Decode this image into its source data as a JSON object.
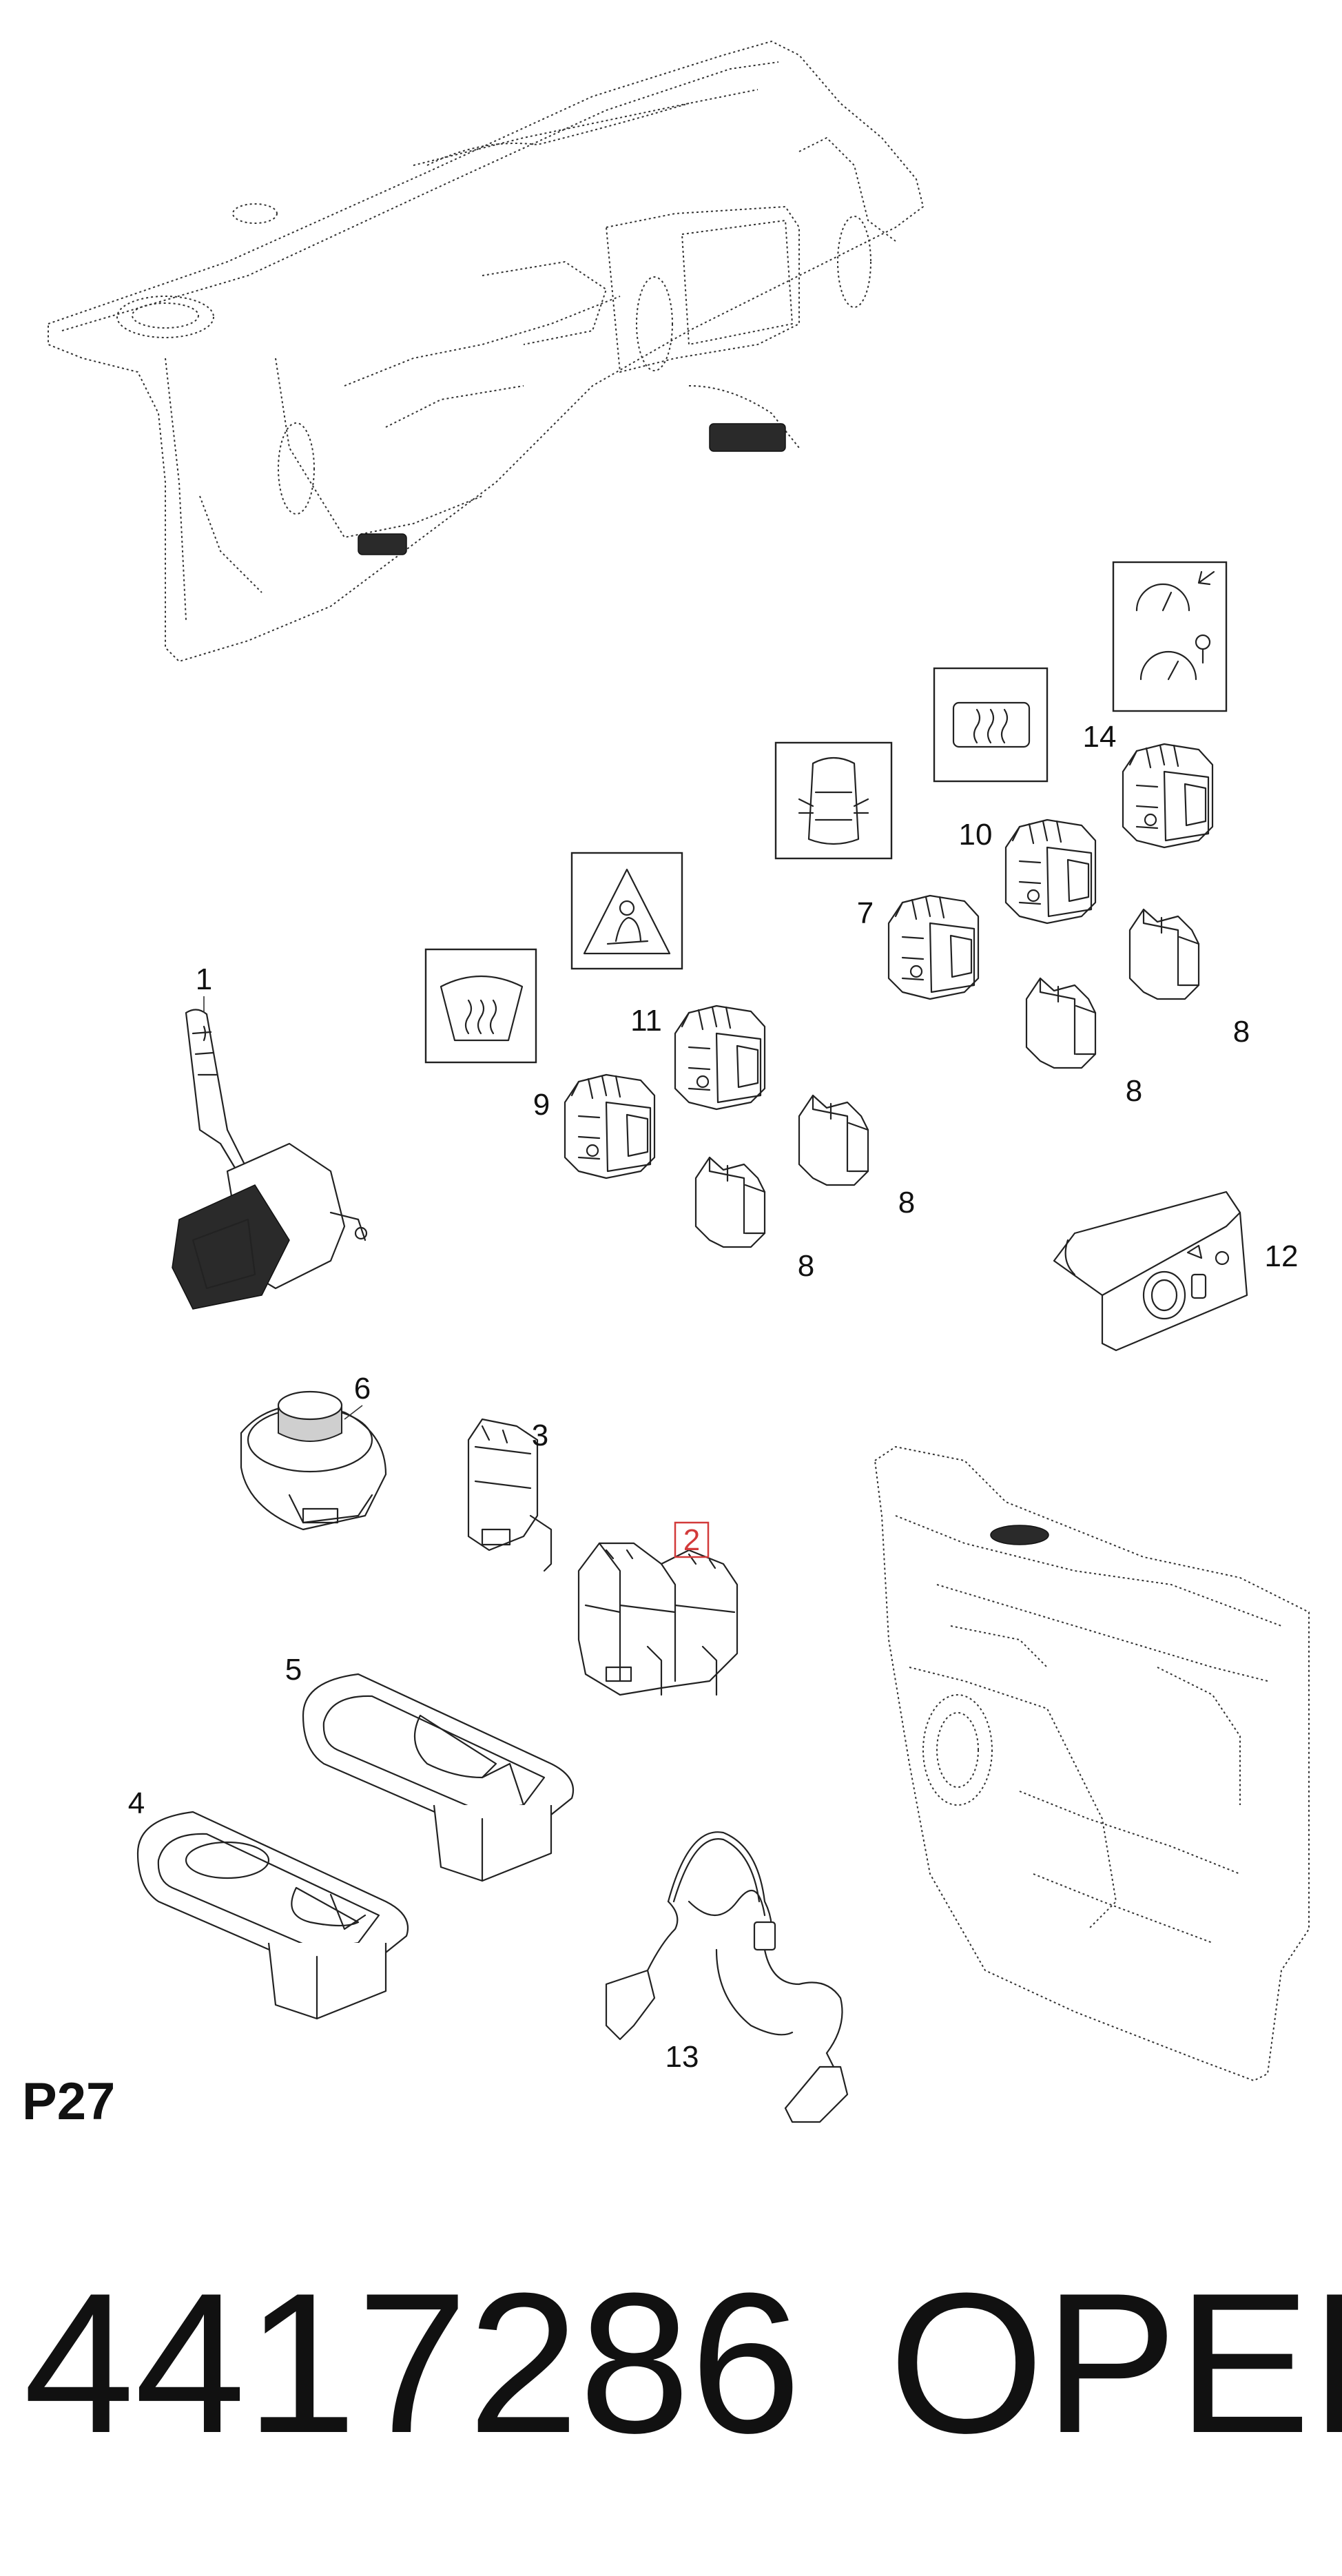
{
  "figure": {
    "page_code": "P27",
    "part_number": "4417286",
    "brand": "OPEL"
  },
  "callouts": [
    {
      "id": "1",
      "highlighted": false
    },
    {
      "id": "2",
      "highlighted": true
    },
    {
      "id": "3",
      "highlighted": false
    },
    {
      "id": "4",
      "highlighted": false
    },
    {
      "id": "5",
      "highlighted": false
    },
    {
      "id": "6",
      "highlighted": false
    },
    {
      "id": "7",
      "highlighted": false
    },
    {
      "id": "8a",
      "label": "8",
      "highlighted": false
    },
    {
      "id": "8b",
      "label": "8",
      "highlighted": false
    },
    {
      "id": "8c",
      "label": "8",
      "highlighted": false
    },
    {
      "id": "8d",
      "label": "8",
      "highlighted": false
    },
    {
      "id": "9",
      "highlighted": false
    },
    {
      "id": "10",
      "highlighted": false
    },
    {
      "id": "11",
      "highlighted": false
    },
    {
      "id": "12",
      "highlighted": false
    },
    {
      "id": "13",
      "highlighted": false
    },
    {
      "id": "14",
      "highlighted": false
    }
  ],
  "labels": {
    "c1": "1",
    "c2": "2",
    "c3": "3",
    "c4": "4",
    "c5": "5",
    "c6": "6",
    "c7": "7",
    "c8a": "8",
    "c8b": "8",
    "c8c": "8",
    "c8d": "8",
    "c9": "9",
    "c10": "10",
    "c11": "11",
    "c12": "12",
    "c13": "13",
    "c14": "14"
  },
  "symbols": [
    {
      "name": "windscreen-heating-icon"
    },
    {
      "name": "driver-warning-icon"
    },
    {
      "name": "central-locking-icon"
    },
    {
      "name": "rear-window-heating-icon"
    },
    {
      "name": "instrument-gauges-icon"
    }
  ],
  "colors": {
    "highlight": "#d23a3a",
    "line": "#222222"
  }
}
